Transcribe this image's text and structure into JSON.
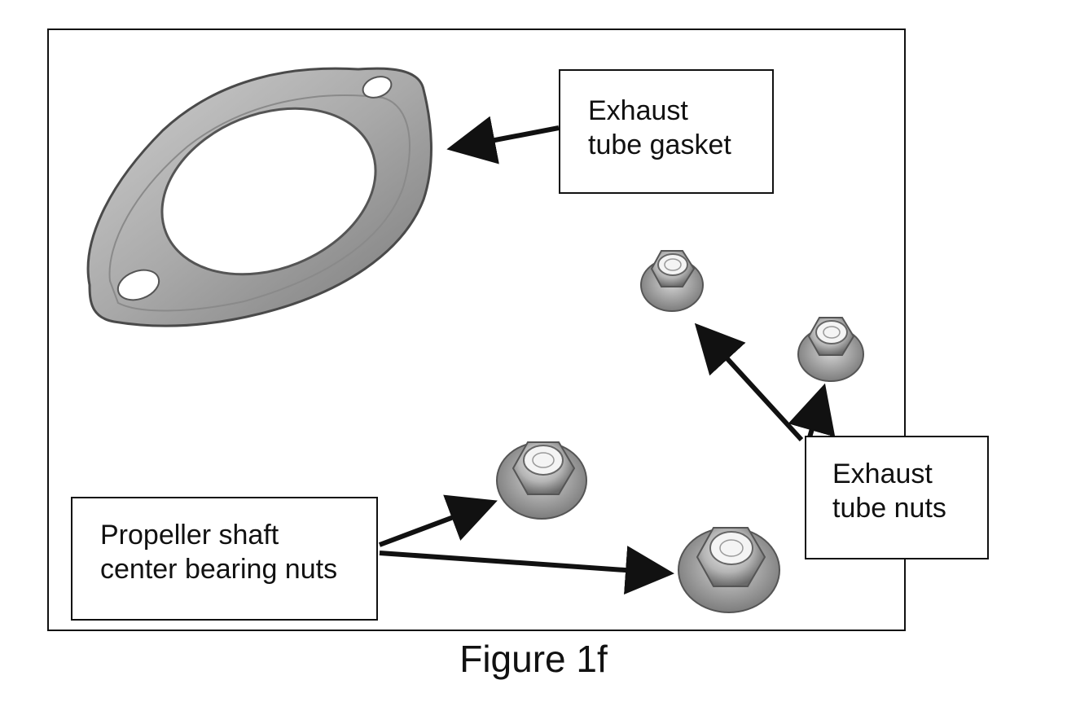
{
  "figure": {
    "caption": "Figure 1f",
    "labels": {
      "exhaust_tube_gasket": [
        "Exhaust",
        "tube gasket"
      ],
      "exhaust_tube_nuts": [
        "Exhaust",
        "tube nuts"
      ],
      "propeller_shaft_nuts": [
        "Propeller shaft",
        "center bearing nuts"
      ]
    },
    "parts": [
      "exhaust-gasket",
      "exhaust-tube-nut",
      "exhaust-tube-nut",
      "propeller-shaft-center-bearing-nut",
      "propeller-shaft-center-bearing-nut"
    ],
    "colors": {
      "ink": "#111111",
      "metal_light": "#d8d8d8",
      "metal_mid": "#a8a8a8",
      "metal_dark": "#6e6e6e"
    }
  }
}
